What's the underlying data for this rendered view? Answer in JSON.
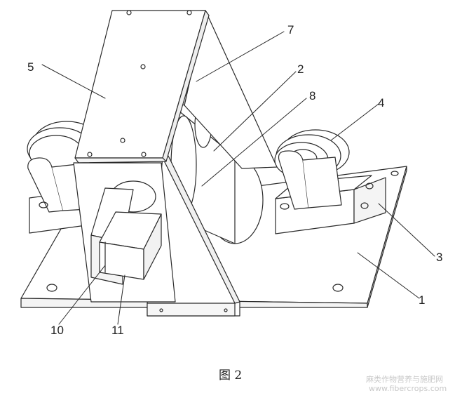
{
  "figure": {
    "caption": "图 2",
    "labels": {
      "l1": "1",
      "l2": "2",
      "l3": "3",
      "l4": "4",
      "l5": "5",
      "l7": "7",
      "l8": "8",
      "l10": "10",
      "l11": "11"
    },
    "watermark": {
      "line1": "麻类作物营养与施肥网",
      "line2": "www.fibercrops.com"
    }
  }
}
